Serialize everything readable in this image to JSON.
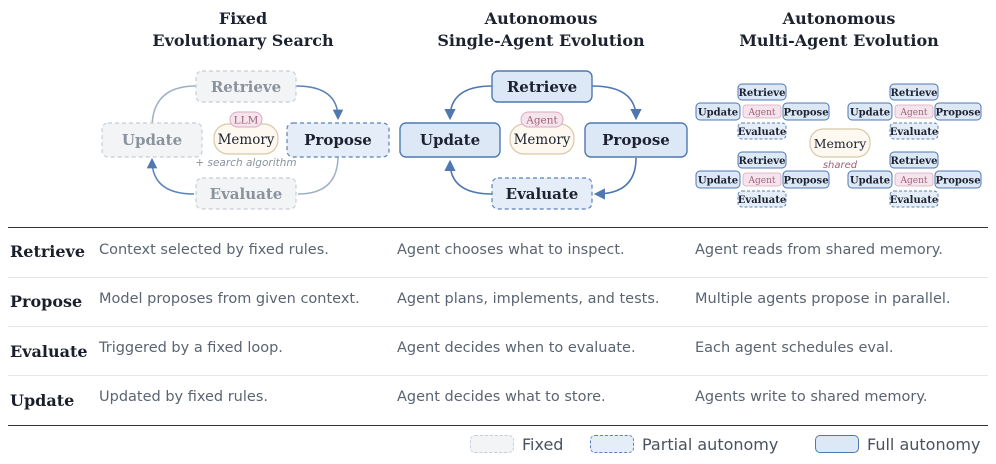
{
  "columns": [
    {
      "title_line1": "Fixed",
      "title_line2": "Evolutionary Search"
    },
    {
      "title_line1": "Autonomous",
      "title_line2": "Single-Agent Evolution"
    },
    {
      "title_line1": "Autonomous",
      "title_line2": "Multi-Agent Evolution"
    }
  ],
  "diagram_labels": {
    "retrieve": "Retrieve",
    "propose": "Propose",
    "evaluate": "Evaluate",
    "update": "Update",
    "memory": "Memory",
    "llm": "LLM",
    "agent": "Agent",
    "search_algorithm": "+ search algorithm",
    "shared": "shared"
  },
  "rows": [
    {
      "label": "Retrieve",
      "cells": [
        "Context selected by fixed rules.",
        "Agent chooses what to inspect.",
        "Agent reads from shared memory."
      ]
    },
    {
      "label": "Propose",
      "cells": [
        "Model proposes from given context.",
        "Agent plans, implements, and tests.",
        "Multiple agents propose in parallel."
      ]
    },
    {
      "label": "Evaluate",
      "cells": [
        "Triggered by a fixed loop.",
        "Agent decides when to evaluate.",
        "Each agent schedules eval."
      ]
    },
    {
      "label": "Update",
      "cells": [
        "Updated by fixed rules.",
        "Agent decides what to store.",
        "Agents write to shared memory."
      ]
    }
  ],
  "legend": [
    {
      "label": "Fixed",
      "style": "fixed"
    },
    {
      "label": "Partial autonomy",
      "style": "partial"
    },
    {
      "label": "Full autonomy",
      "style": "full"
    }
  ],
  "colors": {
    "fixed_fill": "#f2f4f6",
    "fixed_stroke": "#c8ced6",
    "fixed_text": "#8a939d",
    "partial_fill": "#e4edf8",
    "partial_stroke": "#5a82b8",
    "full_fill": "#dde8f7",
    "full_stroke": "#4f78b0",
    "agent_pill_fill": "#f6e4ec",
    "agent_pill_stroke": "#d9a9be",
    "agent_pill_text": "#a06078",
    "memory_fill": "#fdf8f0",
    "memory_stroke": "#d8c8a8",
    "arrow": "#4f78b0"
  }
}
